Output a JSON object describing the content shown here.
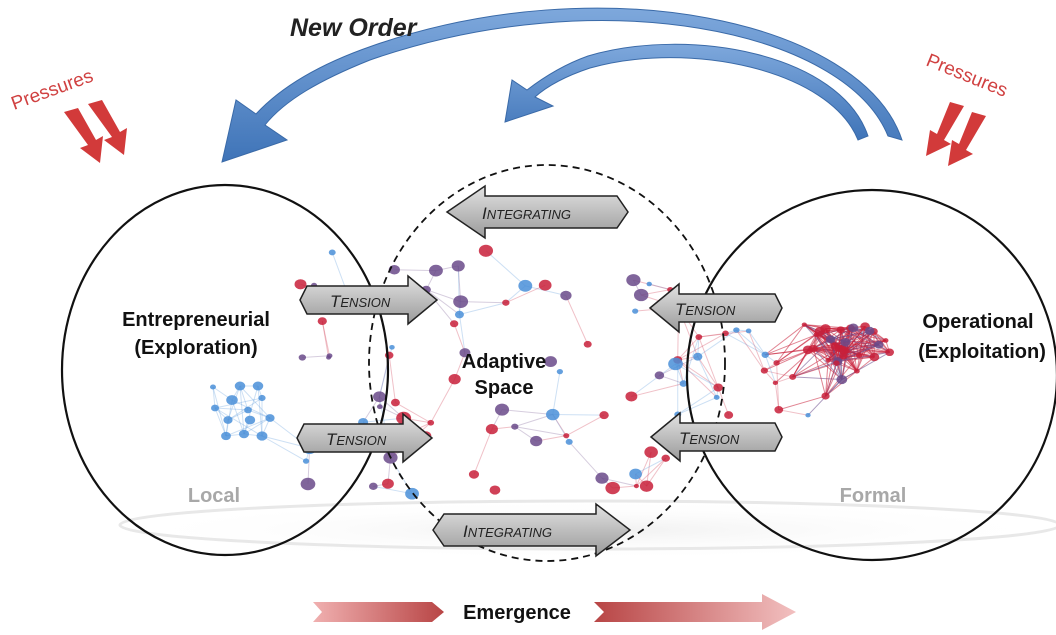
{
  "title": "New Order",
  "pressures_left": "Pressures",
  "pressures_right": "Pressures",
  "left_region": {
    "line1": "Entrepreneurial",
    "line2": "(Exploration)",
    "base": "Local"
  },
  "center_region": {
    "line1": "Adaptive",
    "line2": "Space"
  },
  "right_region": {
    "line1": "Operational",
    "line2": "(Exploitation)",
    "base": "Formal"
  },
  "integrating_top": {
    "cap": "I",
    "rest": "NTEGRATING"
  },
  "integrating_bottom": {
    "cap": "I",
    "rest": "NTEGRATING"
  },
  "tension_left_top": {
    "cap": "T",
    "rest": "ENSION"
  },
  "tension_left_bottom": {
    "cap": "T",
    "rest": "ENSION"
  },
  "tension_right_top": {
    "cap": "T",
    "rest": "ENSION"
  },
  "tension_right_bottom": {
    "cap": "T",
    "rest": "ENSION"
  },
  "emergence": "Emergence",
  "colors": {
    "blue_arrow": "#4f86c6",
    "red_arrow": "#d23a3a",
    "red_text": "#d04040",
    "gray_arrow": "#b8b8b8",
    "network_blue": "#4a8fd8",
    "network_red": "#c8203a",
    "network_purple": "#6a4a8a",
    "emergence_red": "#b84545"
  }
}
